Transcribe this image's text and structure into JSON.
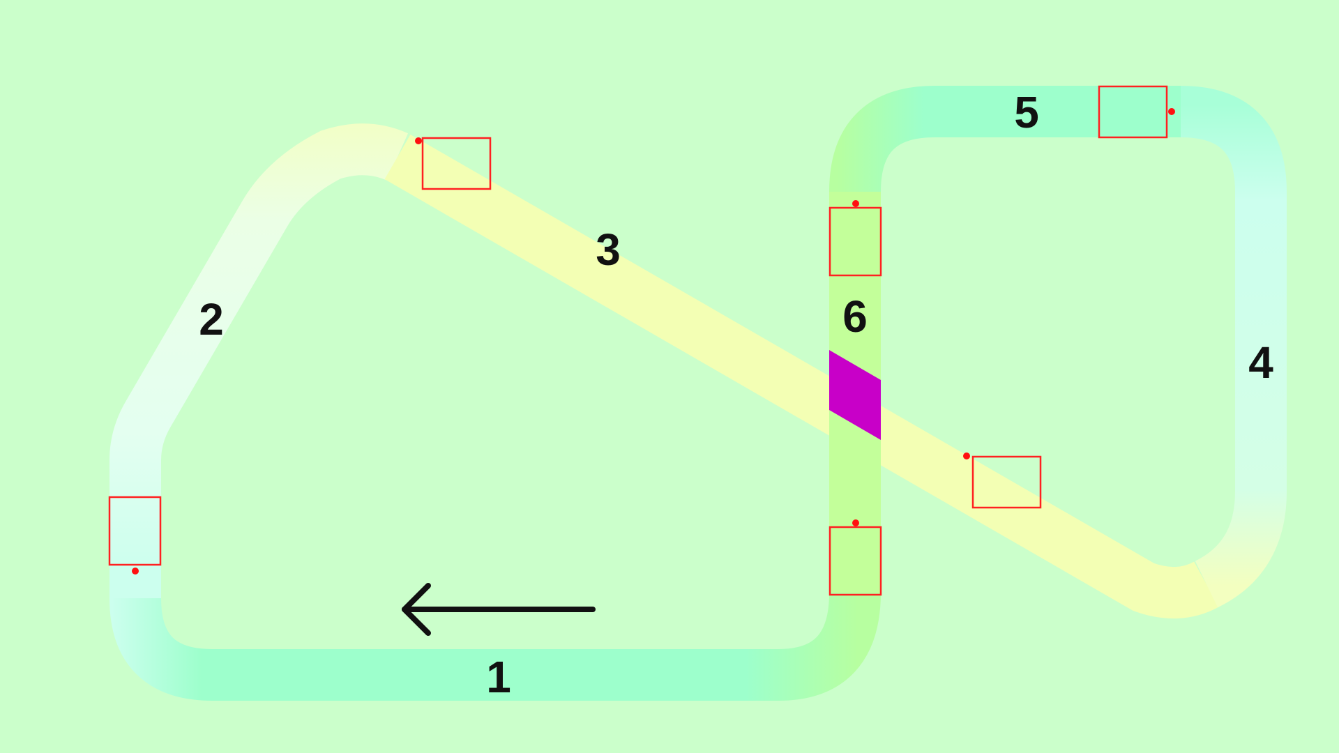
{
  "colors": {
    "background": "#cbffcb",
    "crossing": "#c800c8",
    "car_outline": "#ff2020",
    "car_dot": "#ff1010",
    "arrow": "#111111"
  },
  "track": {
    "direction": "left",
    "segments": [
      {
        "label": "1"
      },
      {
        "label": "2"
      },
      {
        "label": "3"
      },
      {
        "label": "4"
      },
      {
        "label": "5"
      },
      {
        "label": "6"
      }
    ]
  },
  "cars": [
    {
      "segment": "2",
      "count": 1
    },
    {
      "segment": "3",
      "count": 2
    },
    {
      "segment": "5",
      "count": 1
    },
    {
      "segment": "6",
      "count": 2
    }
  ]
}
